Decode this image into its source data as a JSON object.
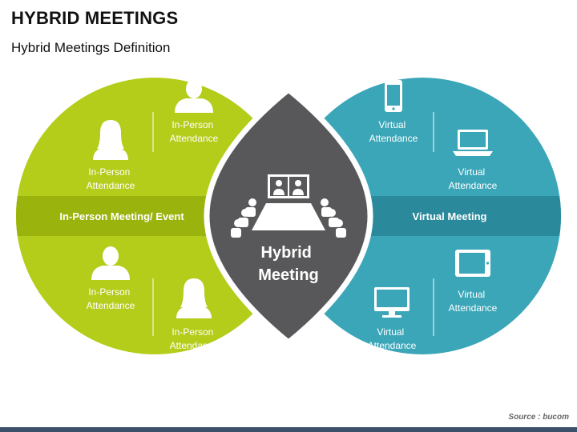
{
  "title": "HYBRID MEETINGS",
  "subtitle": "Hybrid Meetings Definition",
  "source": "Source : bucom",
  "colors": {
    "green": "#b4cc1a",
    "green_band": "#9ab40d",
    "teal": "#3aa6b8",
    "teal_band": "#2a8a9c",
    "center": "#58585a",
    "outline": "#ffffff"
  },
  "left": {
    "band_label": "In-Person Meeting/ Event",
    "items": [
      {
        "line1": "In-Person",
        "line2": "Attendance",
        "icon": "person-male-icon"
      },
      {
        "line1": "In-Person",
        "line2": "Attendance",
        "icon": "person-female-icon"
      },
      {
        "line1": "In-Person",
        "line2": "Attendance",
        "icon": "person-male-icon"
      },
      {
        "line1": "In-Person",
        "line2": "Attendance",
        "icon": "person-female-icon"
      }
    ]
  },
  "center": {
    "line1": "Hybrid",
    "line2": "Meeting",
    "icon": "conference-room-icon"
  },
  "right": {
    "band_label": "Virtual Meeting",
    "items": [
      {
        "line1": "Virtual",
        "line2": "Attendance",
        "icon": "smartphone-icon"
      },
      {
        "line1": "Virtual",
        "line2": "Attendance",
        "icon": "laptop-icon"
      },
      {
        "line1": "Virtual",
        "line2": "Attendance",
        "icon": "tablet-icon"
      },
      {
        "line1": "Virtual",
        "line2": "Attendance",
        "icon": "desktop-monitor-icon"
      }
    ]
  }
}
